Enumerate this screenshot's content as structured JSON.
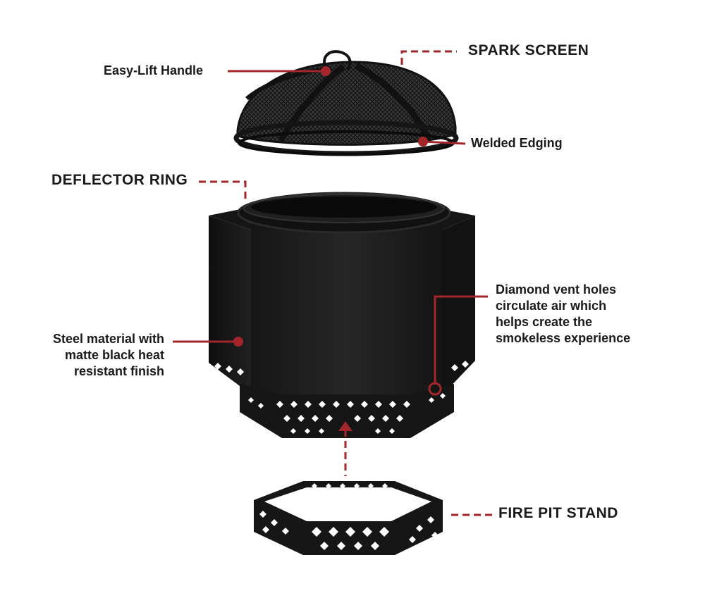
{
  "colors": {
    "accent": "#a3262a",
    "metal": "#1c1c1c",
    "metal_light": "#2e2e2e",
    "text": "#1a1a1a"
  },
  "labels": {
    "spark_screen": "SPARK SCREEN",
    "easy_lift_handle": "Easy-Lift Handle",
    "welded_edging": "Welded Edging",
    "deflector_ring": "DEFLECTOR RING",
    "diamond_vent": [
      "Diamond vent holes",
      "circulate air which",
      "helps create the",
      "smokeless experience"
    ],
    "steel_material": [
      "Steel material with",
      "matte black heat",
      "resistant finish"
    ],
    "fire_pit_stand": "FIRE PIT STAND"
  }
}
